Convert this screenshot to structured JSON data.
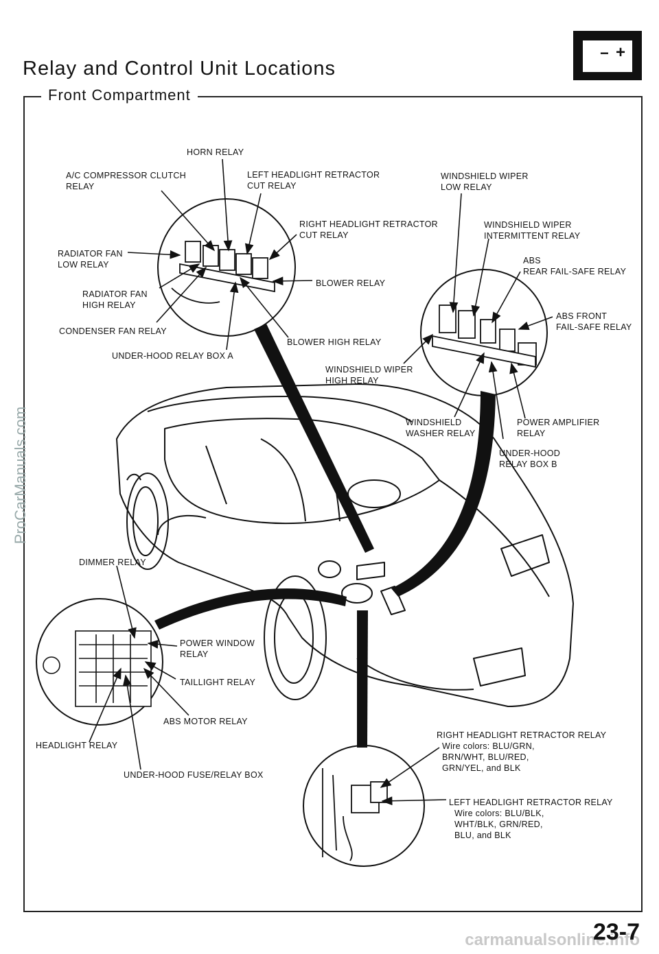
{
  "title": "Relay and Control Unit Locations",
  "subtitle": "Front Compartment",
  "battery_icon": {
    "minus": "−",
    "plus": "+"
  },
  "labels": {
    "horn": "HORN RELAY",
    "ac1": "A/C COMPRESSOR CLUTCH",
    "ac2": "RELAY",
    "lhl1": "LEFT HEADLIGHT RETRACTOR",
    "lhl2": "CUT  RELAY",
    "wwl1": "WINDSHIELD  WIPER",
    "wwl2": "LOW  RELAY",
    "rhl1": "RIGHT HEADLIGHT RETRACTOR",
    "rhl2": "CUT  RELAY",
    "wwi1": "WINDSHIELD  WIPER",
    "wwi2": "INTERMITTENT  RELAY",
    "rfl1": "RADIATOR FAN",
    "rfl2": "LOW  RELAY",
    "absr1": "ABS",
    "absr2": "REAR  FAIL-SAFE  RELAY",
    "blower": "BLOWER  RELAY",
    "rfh1": "RADIATOR FAN",
    "rfh2": "HIGH RELAY",
    "absf1": "ABS  FRONT",
    "absf2": "FAIL-SAFE  RELAY",
    "condenser": "CONDENSER FAN RELAY",
    "blowerhigh": "BLOWER HIGH RELAY",
    "boxa": "UNDER-HOOD RELAY BOX A",
    "wwh1": "WINDSHIELD  WIPER",
    "wwh2": "HIGH RELAY",
    "wwash1": "WINDSHIELD",
    "wwash2": "WASHER RELAY",
    "pamp1": "POWER AMPLIFIER",
    "pamp2": "RELAY",
    "boxb1": "UNDER-HOOD",
    "boxb2": "RELAY  BOX  B",
    "dimmer": "DIMMER  RELAY",
    "pwin1": "POWER  WINDOW",
    "pwin2": "RELAY",
    "tail": "TAILLIGHT RELAY",
    "absmotor": "ABS MOTOR RELAY",
    "headlight": "HEADLIGHT RELAY",
    "fusebox": "UNDER-HOOD  FUSE/RELAY  BOX",
    "rret1": "RIGHT HEADLIGHT RETRACTOR RELAY",
    "rret2": "Wire colors:  BLU/GRN,",
    "rret3": "BRN/WHT,  BLU/RED,",
    "rret4": "GRN/YEL, and BLK",
    "lret1": "LEFT HEADLIGHT RETRACTOR RELAY",
    "lret2": "Wire colors:  BLU/BLK,",
    "lret3": "WHT/BLK,  GRN/RED,",
    "lret4": "BLU, and BLK"
  },
  "watermark": "ProCarManuals.com",
  "page_number": "23-7",
  "footer_url": "carmanualsonline.info"
}
